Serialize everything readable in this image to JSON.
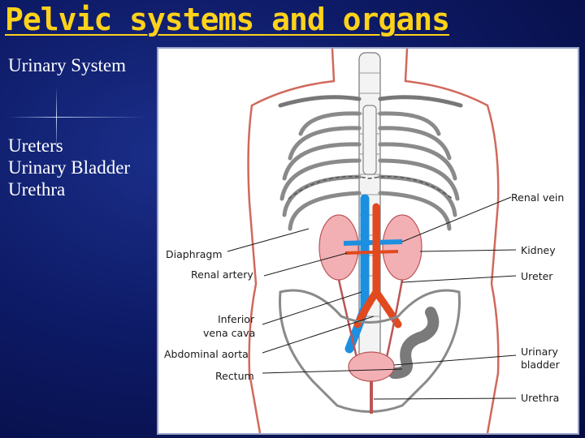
{
  "slide": {
    "title": "Pelvic systems and organs",
    "bullets": {
      "heading": "Urinary System",
      "items": [
        "Ureters",
        "Urinary Bladder",
        "Urethra"
      ]
    }
  },
  "figure": {
    "labels": {
      "renal_vein": "Renal vein",
      "diaphragm": "Diaphragm",
      "kidney": "Kidney",
      "renal_artery": "Renal artery",
      "ureter": "Ureter",
      "inferior": "Inferior",
      "vena_cava": "vena cava",
      "abdominal_aorta": "Abdominal aorta",
      "urinary": "Urinary",
      "bladder": "bladder",
      "rectum": "Rectum",
      "urethra": "Urethra"
    }
  },
  "colors": {
    "title": "#ffd21a",
    "text": "#ffffff",
    "vein": "#1d8fe0",
    "artery": "#e2491f",
    "organ": "#f2b0b4",
    "colon": "#7a7a7a",
    "outline": "#d0695c"
  }
}
